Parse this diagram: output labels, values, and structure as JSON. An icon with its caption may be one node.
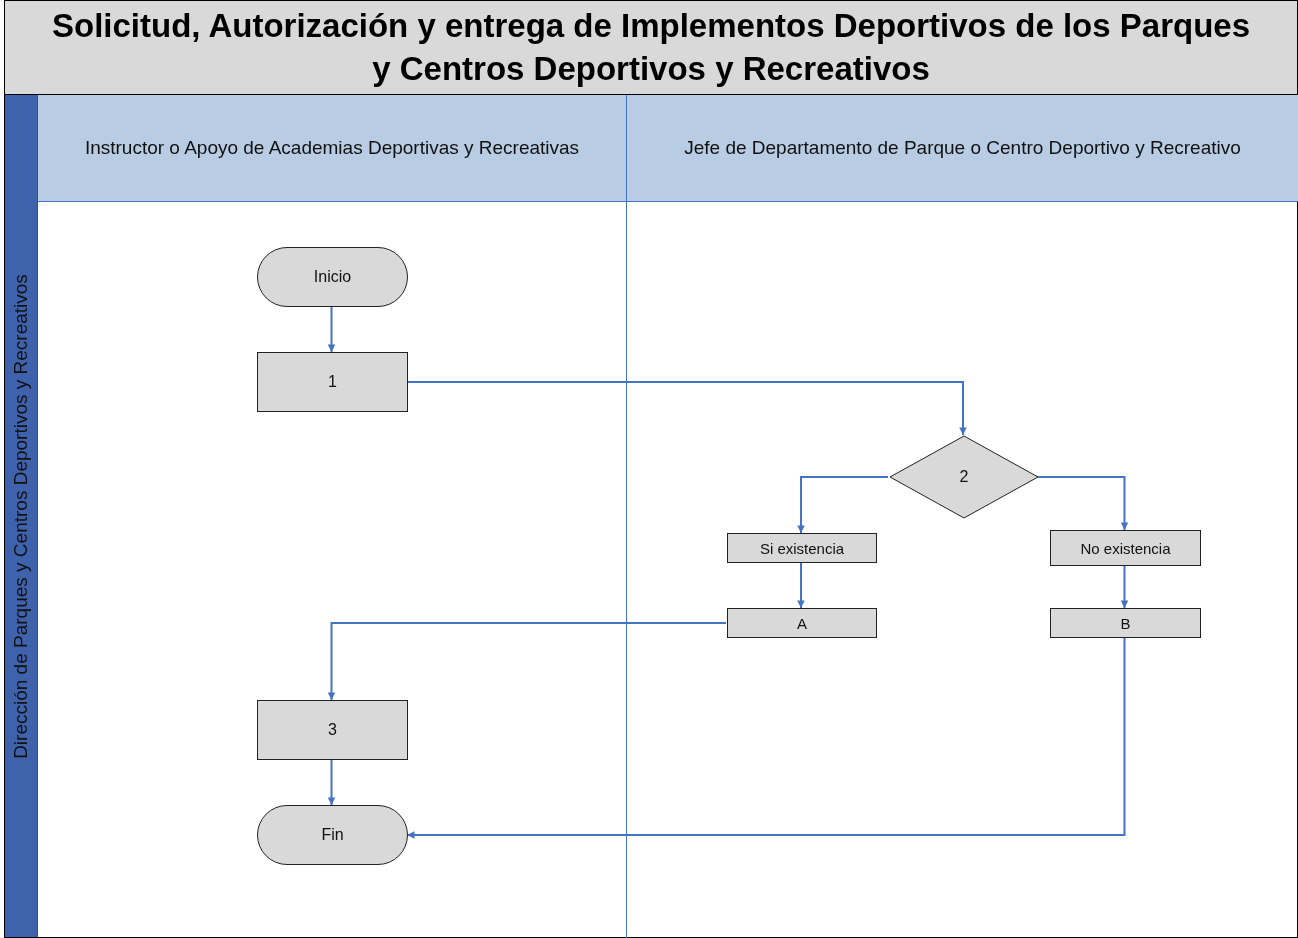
{
  "diagram": {
    "title": "Solicitud, Autorización y entrega de Implementos Deportivos de los Parques y Centros Deportivos y Recreativos",
    "nodes": [
      {
        "text": [
          "Dirección de Parques y Centros Deportivos y Recreativos"
        ]
      },
      {
        "text": [
          "Instructor o Apoyo de Academias Deportivas y Recreativas"
        ],
        "in": 0
      },
      {
        "text": [
          "Jefe de Departamento de Parque o Centro Deportivo y Recreativo"
        ],
        "in": 0
      },
      {
        "text": [
          "Inicio"
        ],
        "in": 1
      },
      {
        "text": [
          "1"
        ],
        "in": 1
      },
      {
        "text": [
          "2"
        ],
        "in": 2
      },
      {
        "text": [
          "Si existencia"
        ],
        "in": 2
      },
      {
        "text": [
          "No existencia"
        ],
        "in": 2
      },
      {
        "text": [
          "A"
        ],
        "in": 2
      },
      {
        "text": [
          "B"
        ],
        "in": 2
      },
      {
        "text": [
          "3"
        ],
        "in": 1
      },
      {
        "text": [
          "Fin"
        ],
        "in": 1
      }
    ],
    "edges": [
      {
        "from": 3,
        "to": 4,
        "arrow": "to"
      },
      {
        "from": 4,
        "to": 5,
        "arrow": "to"
      },
      {
        "from": 5,
        "to": 6,
        "arrow": "to"
      },
      {
        "from": 5,
        "to": 7,
        "arrow": "to"
      },
      {
        "from": 6,
        "to": 8,
        "arrow": "to"
      },
      {
        "from": 7,
        "to": 9,
        "arrow": "to"
      },
      {
        "from": 8,
        "to": 10,
        "arrow": "to"
      },
      {
        "from": 10,
        "to": 11,
        "arrow": "to"
      },
      {
        "from": 9,
        "to": 11,
        "arrow": "to"
      }
    ]
  }
}
